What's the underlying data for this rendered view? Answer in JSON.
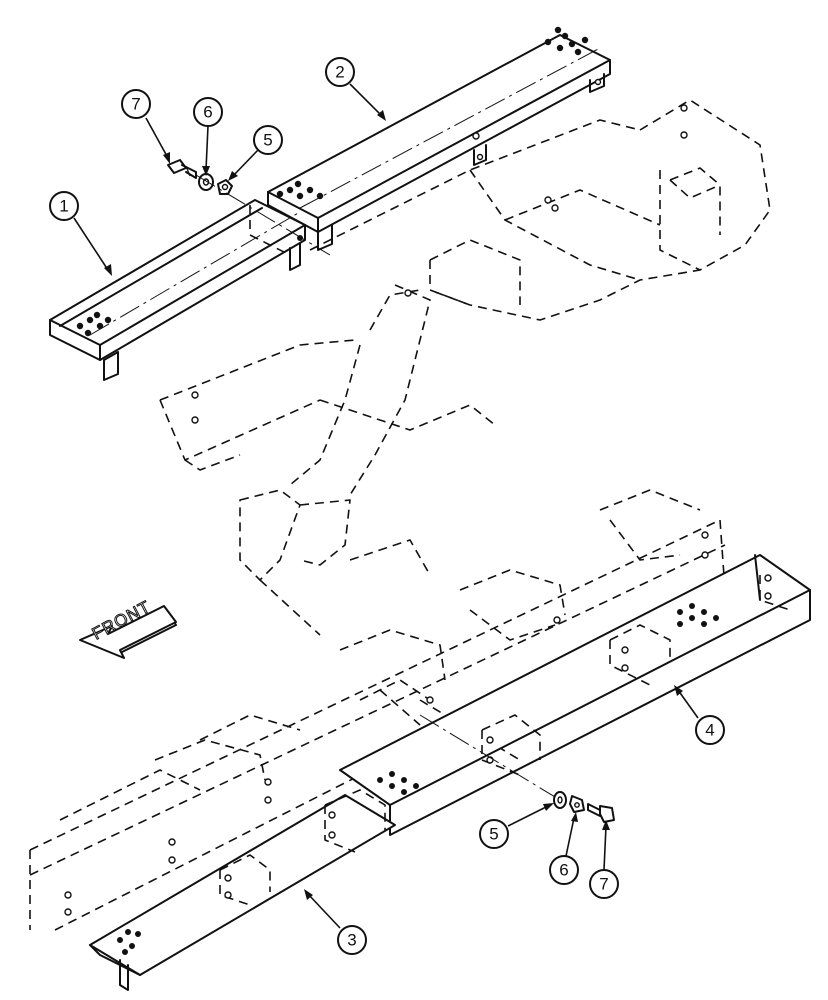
{
  "front_label": "FRONT",
  "callouts": [
    {
      "id": "c7-top",
      "label": "7"
    },
    {
      "id": "c6-top",
      "label": "6"
    },
    {
      "id": "c5-top",
      "label": "5"
    },
    {
      "id": "c1",
      "label": "1"
    },
    {
      "id": "c2",
      "label": "2"
    },
    {
      "id": "c4",
      "label": "4"
    },
    {
      "id": "c5-bot",
      "label": "5"
    },
    {
      "id": "c6-bot",
      "label": "6"
    },
    {
      "id": "c7-bot",
      "label": "7"
    },
    {
      "id": "c3",
      "label": "3"
    }
  ]
}
